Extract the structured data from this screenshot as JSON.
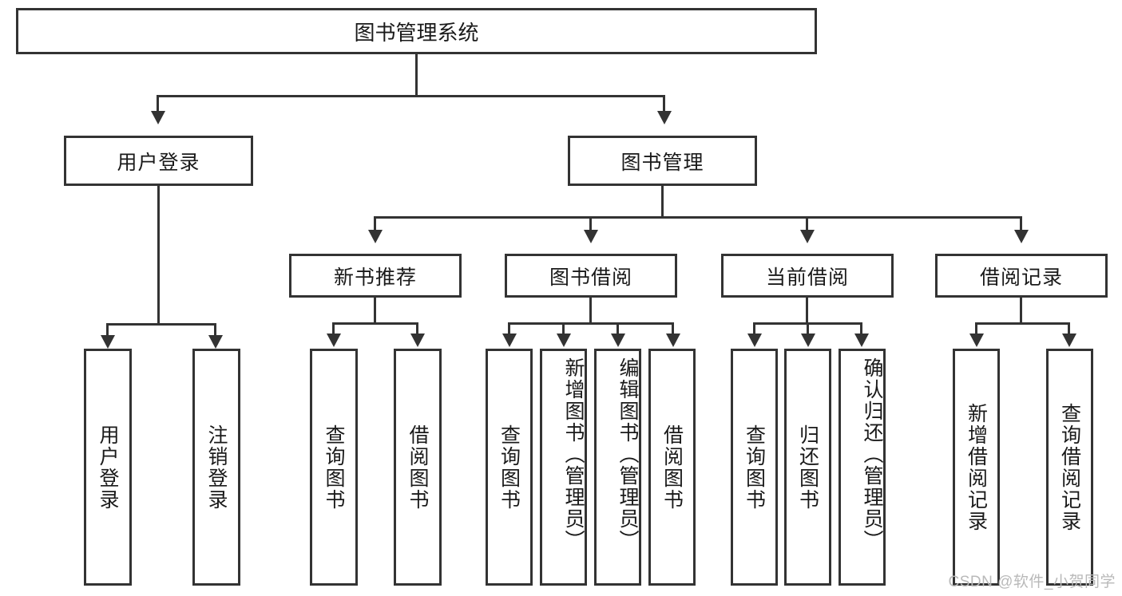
{
  "diagram": {
    "title": "图书管理系统",
    "root": {
      "label": "图书管理系统"
    },
    "level2": [
      {
        "label": "用户登录"
      },
      {
        "label": "图书管理"
      }
    ],
    "level3": [
      {
        "label": "新书推荐"
      },
      {
        "label": "图书借阅"
      },
      {
        "label": "当前借阅"
      },
      {
        "label": "借阅记录"
      }
    ],
    "leaves": {
      "user_login": [
        {
          "label": "用户登录"
        },
        {
          "label": "注销登录"
        }
      ],
      "new_book_recommend": [
        {
          "label": "查询图书"
        },
        {
          "label": "借阅图书"
        }
      ],
      "book_borrow": [
        {
          "label": "查询图书"
        },
        {
          "label": "新增图书（管理员）"
        },
        {
          "label": "编辑图书（管理员）"
        },
        {
          "label": "借阅图书"
        }
      ],
      "current_borrow": [
        {
          "label": "查询图书"
        },
        {
          "label": "归还图书"
        },
        {
          "label": "确认归还（管理员）"
        }
      ],
      "borrow_records": [
        {
          "label": "新增借阅记录"
        },
        {
          "label": "查询借阅记录"
        }
      ]
    }
  },
  "watermark": {
    "text": "CSDN @软件_小贺同学"
  },
  "colors": {
    "border": "#333333",
    "background": "#ffffff",
    "text": "#1a1a1a",
    "watermark": "#b9b9b9"
  }
}
